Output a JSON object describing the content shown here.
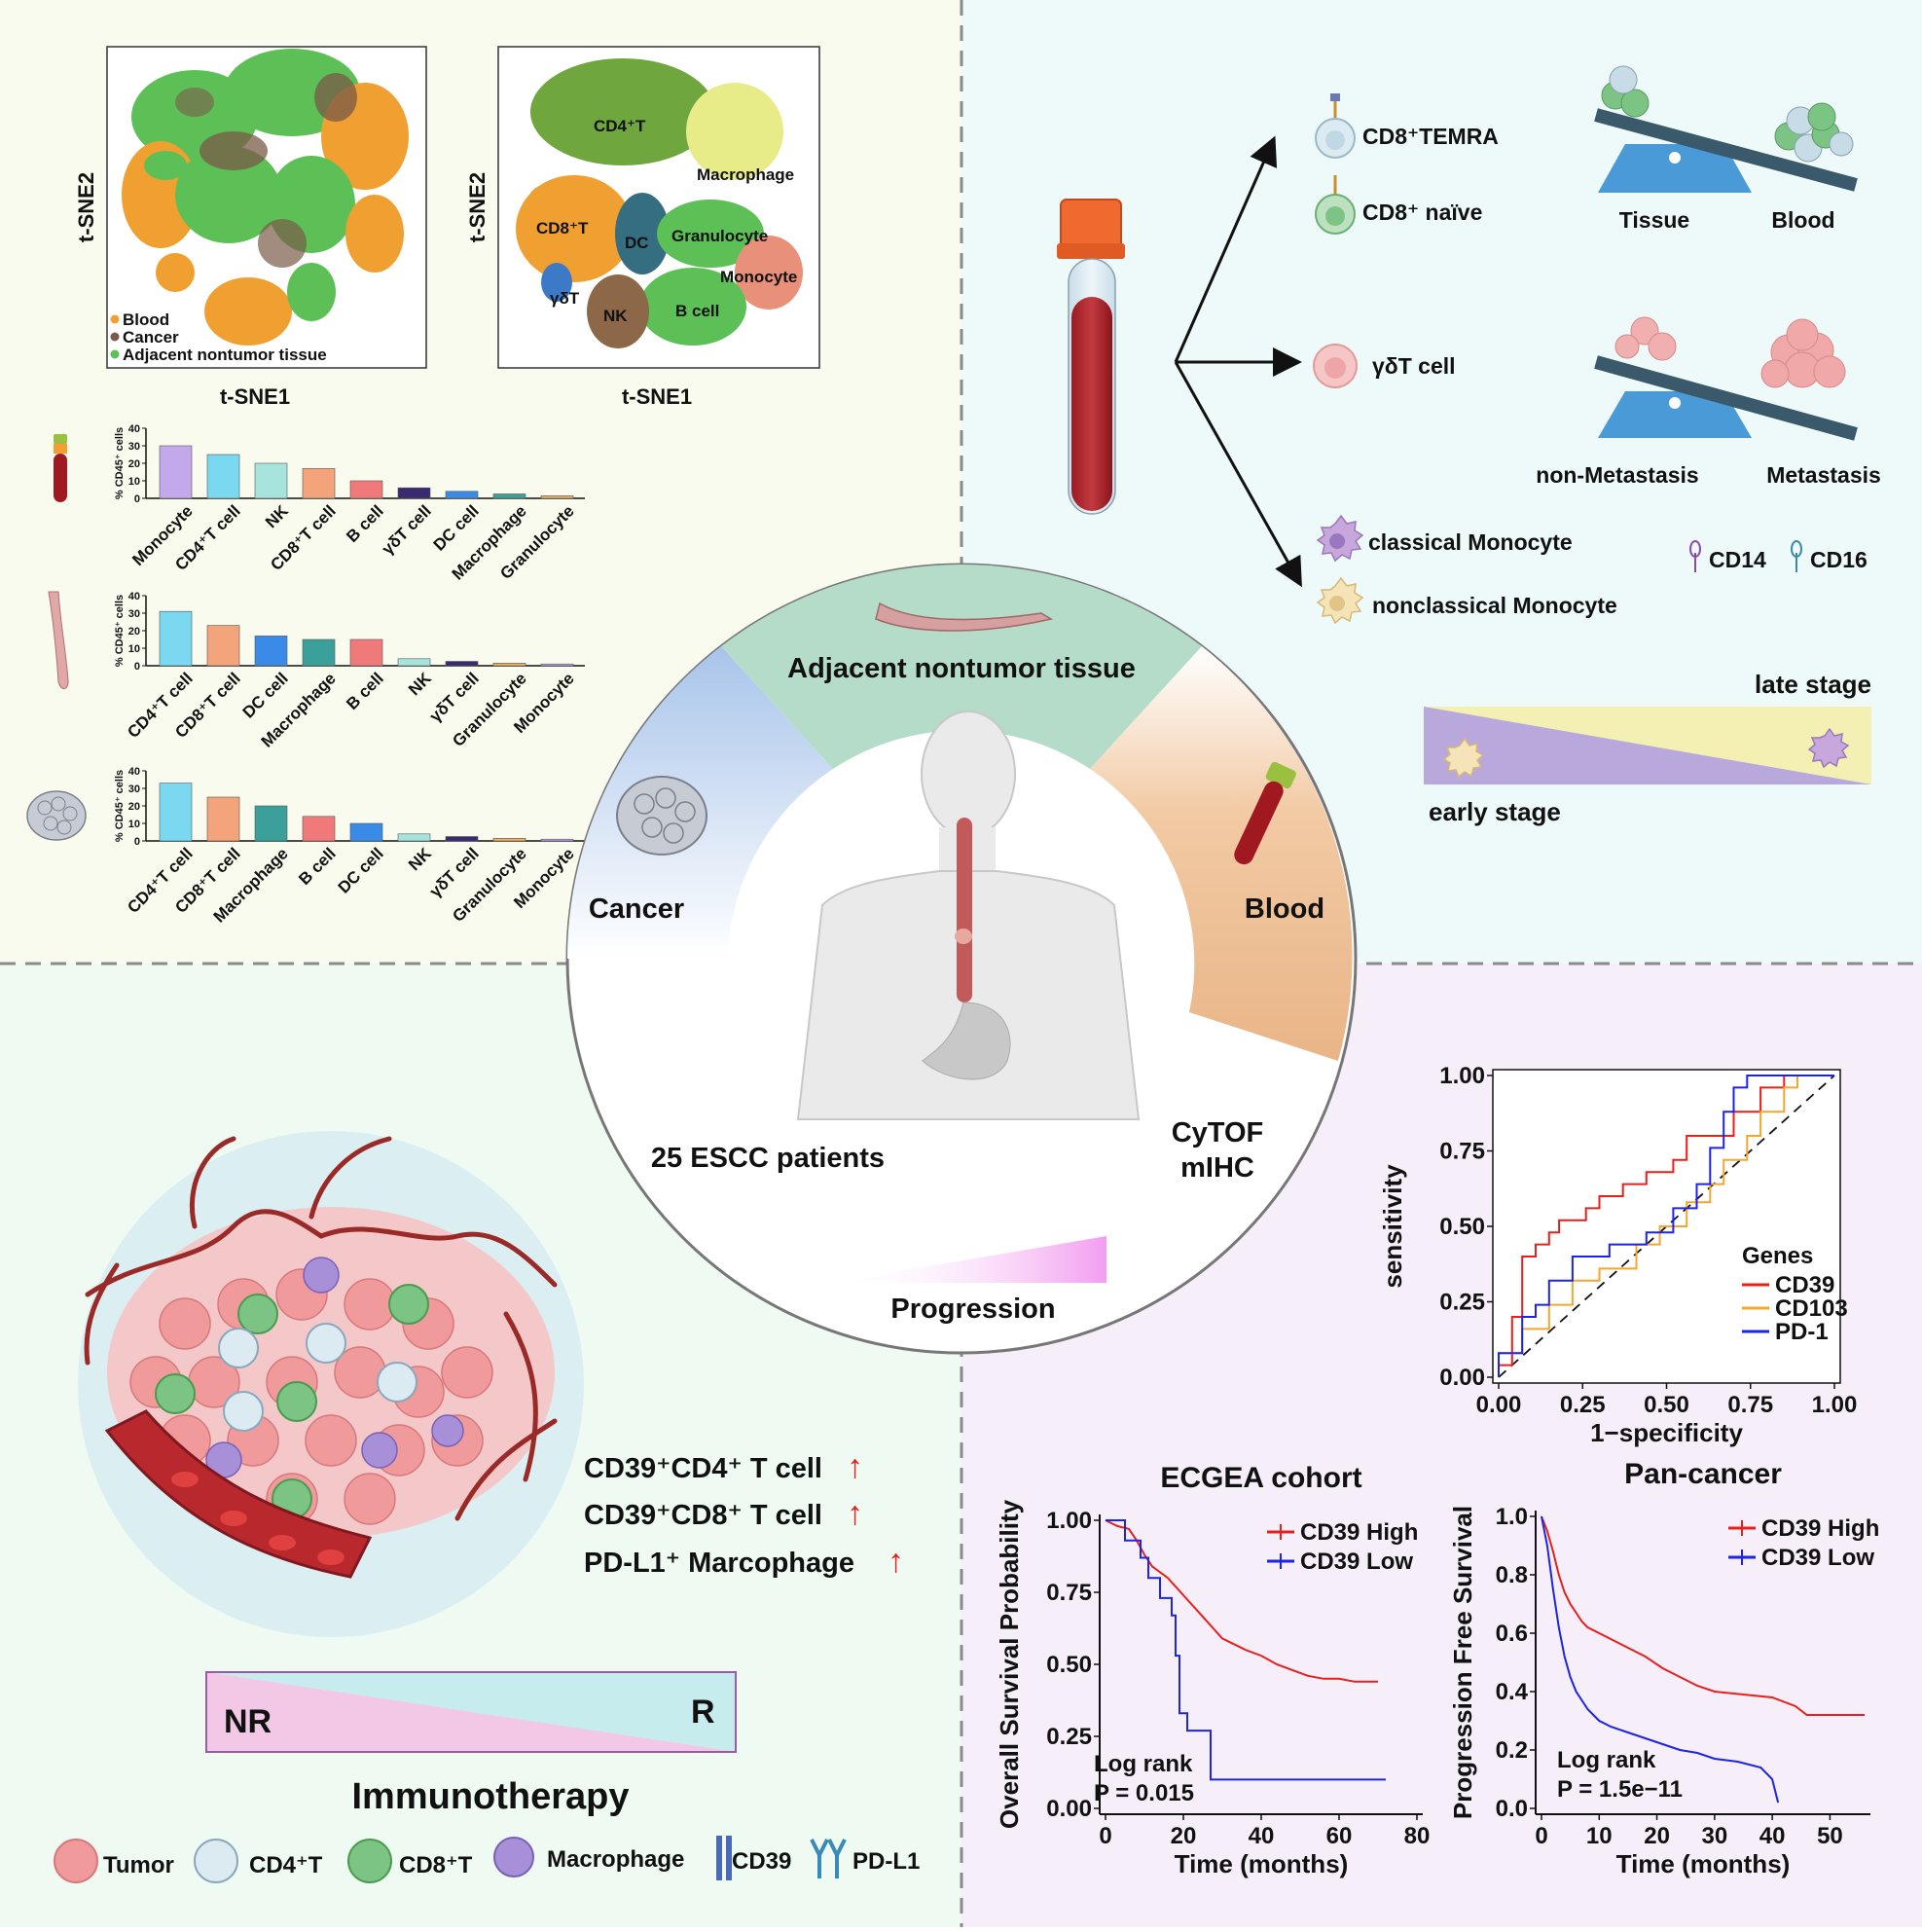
{
  "colors": {
    "quad_top_left": "#fafbef",
    "quad_top_right": "#eefaf9",
    "quad_bottom_left": "#eefaf2",
    "quad_bottom_right": "#f6eef8",
    "blood": "#f0a030",
    "cancer": "#7a5a48",
    "adjacent": "#5cc056",
    "red_line": "#e8201c",
    "orange_line": "#f0a830",
    "blue_line": "#1c24e8"
  },
  "tsne_left": {
    "xlabel": "t-SNE1",
    "ylabel": "t-SNE2",
    "legend": [
      {
        "label": "Blood",
        "color": "#f0a030"
      },
      {
        "label": "Cancer",
        "color": "#7a5a48"
      },
      {
        "label": "Adjacent nontumor tissue",
        "color": "#5cc056"
      }
    ]
  },
  "tsne_right": {
    "xlabel": "t-SNE1",
    "ylabel": "t-SNE2",
    "clusters": [
      "CD4⁺T",
      "Macrophage",
      "CD8⁺T",
      "DC",
      "Granulocyte",
      "Monocyte",
      "γδT",
      "NK",
      "B cell"
    ]
  },
  "bars": {
    "ylabel": "% CD45⁺ cells",
    "yticks": [
      "40",
      "30",
      "20",
      "10",
      "0"
    ],
    "blood": {
      "categories": [
        "Monocyte",
        "CD4⁺T cell",
        "NK",
        "CD8⁺T cell",
        "B cell",
        "γδT cell",
        "DC cell",
        "Macrophage",
        "Granulocyte"
      ],
      "values": [
        30,
        25,
        20,
        17,
        10,
        6,
        4,
        2.5,
        1.5
      ]
    },
    "adjacent": {
      "categories": [
        "CD4⁺T cell",
        "CD8⁺T cell",
        "DC cell",
        "Macrophage",
        "B cell",
        "NK",
        "γδT cell",
        "Granulocyte",
        "Monocyte"
      ],
      "values": [
        31,
        23,
        17,
        15,
        15,
        4,
        2.5,
        1.5,
        1
      ]
    },
    "cancer": {
      "categories": [
        "CD4⁺T cell",
        "CD8⁺T cell",
        "Macrophage",
        "B cell",
        "DC cell",
        "NK",
        "γδT cell",
        "Granulocyte",
        "Monocyte"
      ],
      "values": [
        33,
        25,
        20,
        14,
        10,
        4,
        2.5,
        1.5,
        1
      ]
    }
  },
  "blood_panel": {
    "cells": [
      "CD8⁺TEMRA",
      "CD8⁺ naïve",
      "γδT cell",
      "classical Monocyte",
      "nonclassical Monocyte"
    ],
    "scale1": {
      "left": "Tissue",
      "right": "Blood"
    },
    "scale2": {
      "left": "non-Metastasis",
      "right": "Metastasis"
    },
    "markers": [
      "CD14",
      "CD16"
    ],
    "stage": {
      "late": "late stage",
      "early": "early stage"
    }
  },
  "center": {
    "segments": [
      "Adjacent nontumor tissue",
      "Cancer",
      "Blood"
    ],
    "patients": "25 ESCC patients",
    "methods": [
      "CyTOF",
      "mIHC"
    ],
    "progression": "Progression"
  },
  "immuno": {
    "findings": [
      "CD39⁺CD4⁺ T cell",
      "CD39⁺CD8⁺ T cell",
      "PD-L1⁺ Marcophage"
    ],
    "arrow": "↑",
    "nr": "NR",
    "r": "R",
    "title": "Immunotherapy",
    "legend": [
      "Tumor",
      "CD4⁺T",
      "CD8⁺T",
      "Macrophage",
      "CD39",
      "PD-L1"
    ]
  },
  "chart_data": [
    {
      "type": "line",
      "title": "",
      "xlabel": "1−specificity",
      "ylabel": "sensitivity",
      "xlim": [
        0,
        1
      ],
      "ylim": [
        0,
        1
      ],
      "xticks": [
        "0.00",
        "0.25",
        "0.50",
        "0.75",
        "1.00"
      ],
      "yticks": [
        "1.00",
        "0.75",
        "0.50",
        "0.25",
        "0.00"
      ],
      "legend_title": "Genes",
      "series": [
        {
          "name": "CD39",
          "color": "#e8201c",
          "points": [
            [
              0,
              0
            ],
            [
              0,
              0.04
            ],
            [
              0.04,
              0.04
            ],
            [
              0.04,
              0.2
            ],
            [
              0.07,
              0.2
            ],
            [
              0.07,
              0.4
            ],
            [
              0.11,
              0.4
            ],
            [
              0.11,
              0.44
            ],
            [
              0.15,
              0.44
            ],
            [
              0.15,
              0.48
            ],
            [
              0.18,
              0.48
            ],
            [
              0.18,
              0.52
            ],
            [
              0.26,
              0.52
            ],
            [
              0.26,
              0.56
            ],
            [
              0.3,
              0.56
            ],
            [
              0.3,
              0.6
            ],
            [
              0.37,
              0.6
            ],
            [
              0.37,
              0.64
            ],
            [
              0.44,
              0.64
            ],
            [
              0.44,
              0.68
            ],
            [
              0.52,
              0.68
            ],
            [
              0.52,
              0.72
            ],
            [
              0.56,
              0.72
            ],
            [
              0.56,
              0.8
            ],
            [
              0.7,
              0.8
            ],
            [
              0.7,
              0.88
            ],
            [
              0.78,
              0.88
            ],
            [
              0.78,
              0.96
            ],
            [
              0.85,
              0.96
            ],
            [
              0.85,
              1
            ],
            [
              1,
              1
            ]
          ]
        },
        {
          "name": "CD103",
          "color": "#f0a830",
          "points": [
            [
              0,
              0
            ],
            [
              0,
              0.08
            ],
            [
              0.07,
              0.08
            ],
            [
              0.07,
              0.16
            ],
            [
              0.15,
              0.16
            ],
            [
              0.15,
              0.24
            ],
            [
              0.22,
              0.24
            ],
            [
              0.22,
              0.32
            ],
            [
              0.3,
              0.32
            ],
            [
              0.3,
              0.36
            ],
            [
              0.41,
              0.36
            ],
            [
              0.41,
              0.44
            ],
            [
              0.48,
              0.44
            ],
            [
              0.48,
              0.5
            ],
            [
              0.56,
              0.5
            ],
            [
              0.56,
              0.58
            ],
            [
              0.63,
              0.58
            ],
            [
              0.63,
              0.64
            ],
            [
              0.67,
              0.64
            ],
            [
              0.67,
              0.72
            ],
            [
              0.74,
              0.72
            ],
            [
              0.74,
              0.8
            ],
            [
              0.78,
              0.8
            ],
            [
              0.78,
              0.88
            ],
            [
              0.85,
              0.88
            ],
            [
              0.85,
              0.96
            ],
            [
              0.89,
              0.96
            ],
            [
              0.89,
              1
            ],
            [
              1,
              1
            ]
          ]
        },
        {
          "name": "PD-1",
          "color": "#1c24e8",
          "points": [
            [
              0,
              0
            ],
            [
              0,
              0.08
            ],
            [
              0.07,
              0.08
            ],
            [
              0.07,
              0.2
            ],
            [
              0.11,
              0.2
            ],
            [
              0.11,
              0.24
            ],
            [
              0.15,
              0.24
            ],
            [
              0.15,
              0.32
            ],
            [
              0.22,
              0.32
            ],
            [
              0.22,
              0.4
            ],
            [
              0.33,
              0.4
            ],
            [
              0.33,
              0.44
            ],
            [
              0.44,
              0.44
            ],
            [
              0.44,
              0.48
            ],
            [
              0.52,
              0.48
            ],
            [
              0.52,
              0.56
            ],
            [
              0.59,
              0.56
            ],
            [
              0.59,
              0.64
            ],
            [
              0.63,
              0.64
            ],
            [
              0.63,
              0.76
            ],
            [
              0.67,
              0.76
            ],
            [
              0.67,
              0.88
            ],
            [
              0.7,
              0.88
            ],
            [
              0.7,
              0.96
            ],
            [
              0.74,
              0.96
            ],
            [
              0.74,
              1
            ],
            [
              1,
              1
            ]
          ]
        }
      ]
    },
    {
      "type": "line",
      "title": "ECGEA cohort",
      "xlabel": "Time (months)",
      "ylabel": "Overall Survival Probability",
      "xlim": [
        0,
        80
      ],
      "ylim": [
        0,
        1
      ],
      "xticks": [
        "0",
        "20",
        "40",
        "60",
        "80"
      ],
      "yticks": [
        "1.00",
        "0.75",
        "0.50",
        "0.25",
        "0.00"
      ],
      "annotation": [
        "Log rank",
        "P = 0.015"
      ],
      "series": [
        {
          "name": "CD39 High",
          "color": "#e8201c",
          "points": [
            [
              0,
              1
            ],
            [
              3,
              0.98
            ],
            [
              6,
              0.97
            ],
            [
              8,
              0.93
            ],
            [
              10,
              0.88
            ],
            [
              12,
              0.84
            ],
            [
              14,
              0.82
            ],
            [
              16,
              0.8
            ],
            [
              18,
              0.77
            ],
            [
              20,
              0.74
            ],
            [
              22,
              0.71
            ],
            [
              24,
              0.68
            ],
            [
              26,
              0.65
            ],
            [
              28,
              0.62
            ],
            [
              30,
              0.59
            ],
            [
              33,
              0.57
            ],
            [
              36,
              0.55
            ],
            [
              40,
              0.53
            ],
            [
              44,
              0.5
            ],
            [
              48,
              0.48
            ],
            [
              52,
              0.46
            ],
            [
              56,
              0.45
            ],
            [
              60,
              0.45
            ],
            [
              64,
              0.44
            ],
            [
              68,
              0.44
            ],
            [
              70,
              0.44
            ]
          ]
        },
        {
          "name": "CD39 Low",
          "color": "#1c24e8",
          "points": [
            [
              0,
              1
            ],
            [
              5,
              1
            ],
            [
              5,
              0.93
            ],
            [
              9,
              0.93
            ],
            [
              9,
              0.87
            ],
            [
              11,
              0.87
            ],
            [
              11,
              0.8
            ],
            [
              14,
              0.8
            ],
            [
              14,
              0.73
            ],
            [
              17,
              0.73
            ],
            [
              17,
              0.67
            ],
            [
              18,
              0.67
            ],
            [
              18,
              0.53
            ],
            [
              19,
              0.53
            ],
            [
              19,
              0.33
            ],
            [
              21,
              0.33
            ],
            [
              21,
              0.27
            ],
            [
              27,
              0.27
            ],
            [
              27,
              0.1
            ],
            [
              72,
              0.1
            ]
          ]
        }
      ]
    },
    {
      "type": "line",
      "title": "Pan-cancer",
      "xlabel": "Time (months)",
      "ylabel": "Progression Free Survival",
      "xlim": [
        0,
        56
      ],
      "ylim": [
        0,
        1
      ],
      "xticks": [
        "0",
        "10",
        "20",
        "30",
        "40",
        "50"
      ],
      "yticks": [
        "1.0",
        "0.8",
        "0.6",
        "0.4",
        "0.2",
        "0.0"
      ],
      "annotation": [
        "Log rank",
        "P = 1.5e−11"
      ],
      "series": [
        {
          "name": "CD39 High",
          "color": "#e8201c",
          "points": [
            [
              0,
              1
            ],
            [
              1,
              0.95
            ],
            [
              2,
              0.88
            ],
            [
              3,
              0.8
            ],
            [
              4,
              0.74
            ],
            [
              5,
              0.7
            ],
            [
              6,
              0.67
            ],
            [
              7,
              0.64
            ],
            [
              8,
              0.62
            ],
            [
              10,
              0.6
            ],
            [
              12,
              0.58
            ],
            [
              15,
              0.55
            ],
            [
              18,
              0.52
            ],
            [
              21,
              0.48
            ],
            [
              24,
              0.45
            ],
            [
              27,
              0.42
            ],
            [
              30,
              0.4
            ],
            [
              35,
              0.39
            ],
            [
              40,
              0.38
            ],
            [
              44,
              0.35
            ],
            [
              46,
              0.32
            ],
            [
              56,
              0.32
            ]
          ]
        },
        {
          "name": "CD39 Low",
          "color": "#1c24e8",
          "points": [
            [
              0,
              1
            ],
            [
              1,
              0.9
            ],
            [
              2,
              0.75
            ],
            [
              3,
              0.62
            ],
            [
              4,
              0.52
            ],
            [
              5,
              0.45
            ],
            [
              6,
              0.4
            ],
            [
              7,
              0.37
            ],
            [
              8,
              0.34
            ],
            [
              10,
              0.3
            ],
            [
              12,
              0.28
            ],
            [
              15,
              0.26
            ],
            [
              18,
              0.24
            ],
            [
              21,
              0.22
            ],
            [
              24,
              0.2
            ],
            [
              27,
              0.19
            ],
            [
              30,
              0.17
            ],
            [
              34,
              0.16
            ],
            [
              38,
              0.14
            ],
            [
              40,
              0.1
            ],
            [
              41,
              0.02
            ]
          ]
        }
      ]
    }
  ]
}
